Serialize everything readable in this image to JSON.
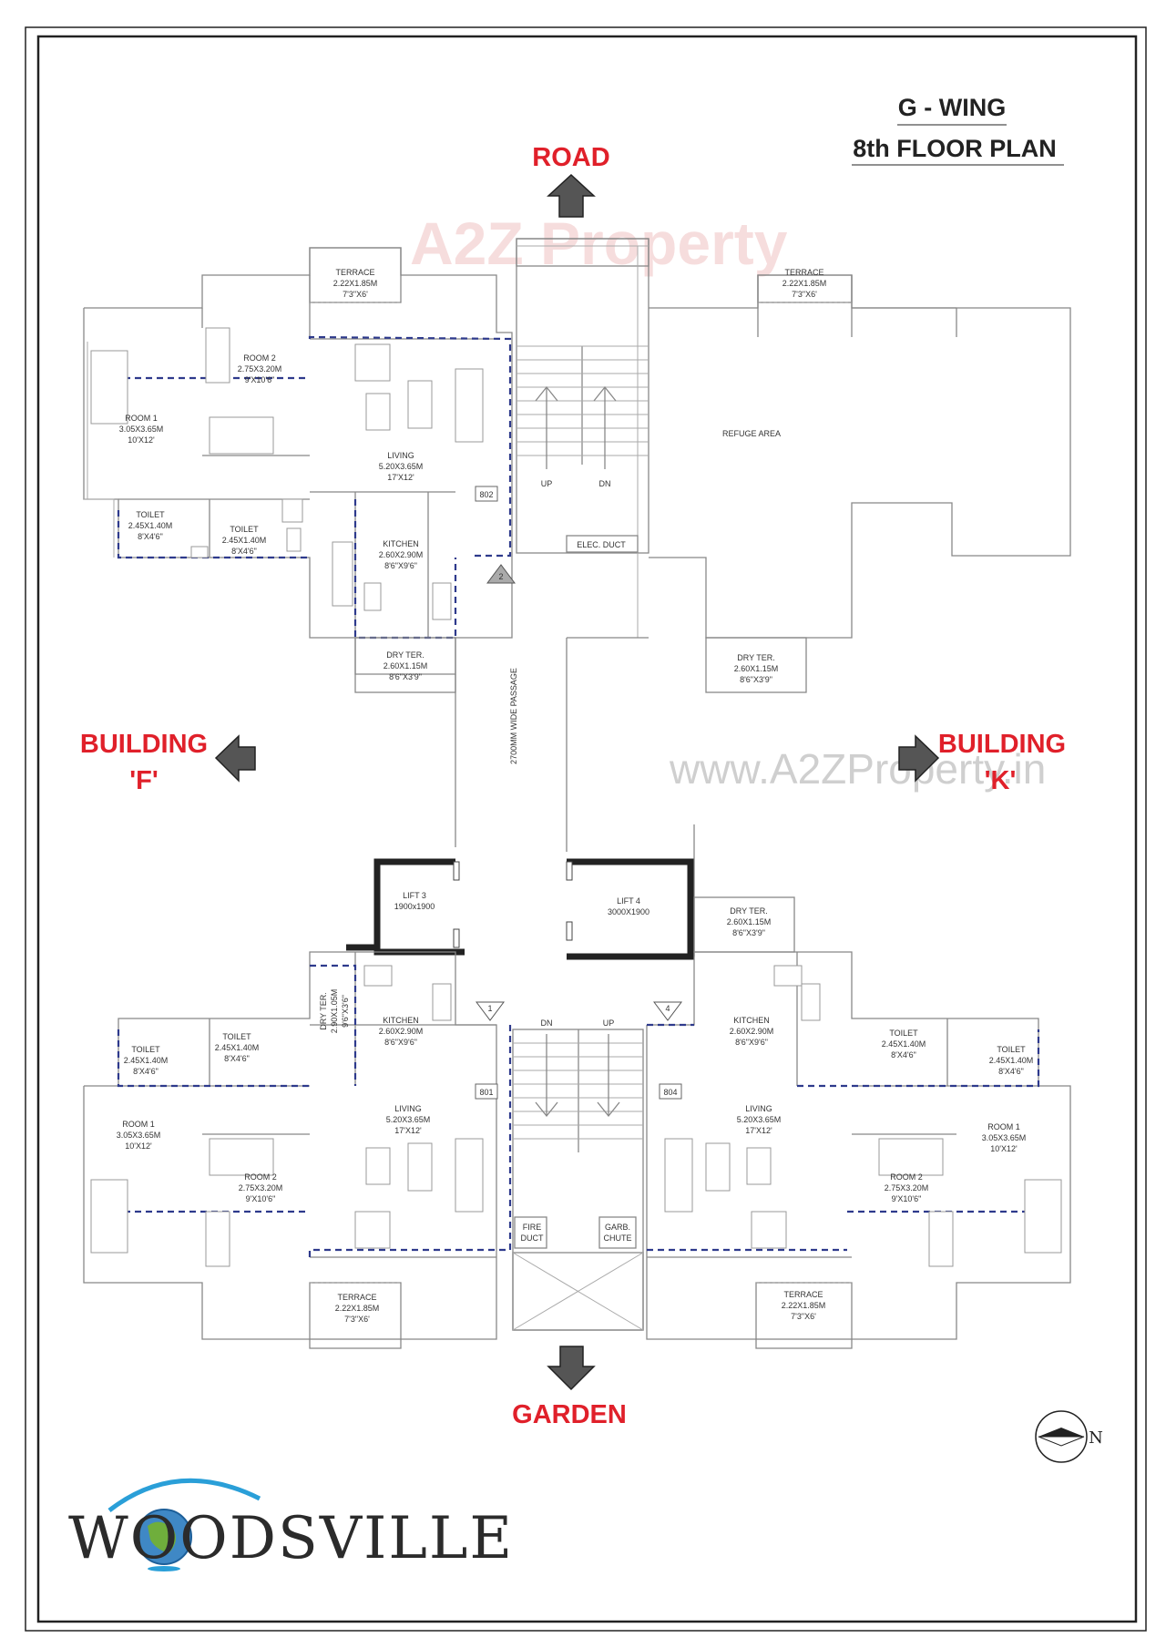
{
  "header": {
    "wing": "G - WING",
    "floor_plan": "8th FLOOR PLAN"
  },
  "directions": {
    "road": "ROAD",
    "garden": "GARDEN",
    "building_f_1": "BUILDING",
    "building_f_2": "'F'",
    "building_k_1": "BUILDING",
    "building_k_2": "'K'",
    "north": "N"
  },
  "watermark": {
    "brand": "A2Z Property",
    "url": "www.A2ZProperty.in"
  },
  "logo": {
    "text": "WOODSVILLE"
  },
  "labels": {
    "terrace": "TERRACE",
    "terrace_size_m": "2.22X1.85M",
    "terrace_size_ft": "7'3\"X6'",
    "room1": "ROOM 1",
    "room1_size_m": "3.05X3.65M",
    "room1_size_ft": "10'X12'",
    "room2": "ROOM 2",
    "room2_size_m": "2.75X3.20M",
    "room2_size_ft": "9'X10'6\"",
    "living": "LIVING",
    "living_size_m": "5.20X3.65M",
    "living_size_ft": "17'X12'",
    "kitchen": "KITCHEN",
    "kitchen_size_m": "2.60X2.90M",
    "kitchen_size_ft": "8'6\"X9'6\"",
    "toilet": "TOILET",
    "toilet_size_m": "2.45X1.40M",
    "toilet_size_ft": "8'X4'6\"",
    "dry_ter": "DRY TER.",
    "dry_ter_size_m": "2.60X1.15M",
    "dry_ter_size_ft": "8'6\"X3'9\"",
    "dry_ter_801_line1": "DRY TER.",
    "dry_ter_801_line2": "2.90X1.05M",
    "dry_ter_801_line3": "9'6\"X3'6\"",
    "refuge_area": "REFUGE AREA",
    "elec_duct": "ELEC. DUCT",
    "up": "UP",
    "dn": "DN",
    "passage": "2700MM WIDE PASSAGE",
    "lift3": "LIFT 3",
    "lift3_size": "1900x1900",
    "lift4": "LIFT 4",
    "lift4_size": "3000X1900",
    "fire_duct_1": "FIRE",
    "fire_duct_2": "DUCT",
    "garb_chute_1": "GARB.",
    "garb_chute_2": "CHUTE"
  },
  "units": {
    "u802": "802",
    "u801": "801",
    "u804": "804",
    "tag802": "2",
    "tag801": "1",
    "tag804": "4"
  }
}
